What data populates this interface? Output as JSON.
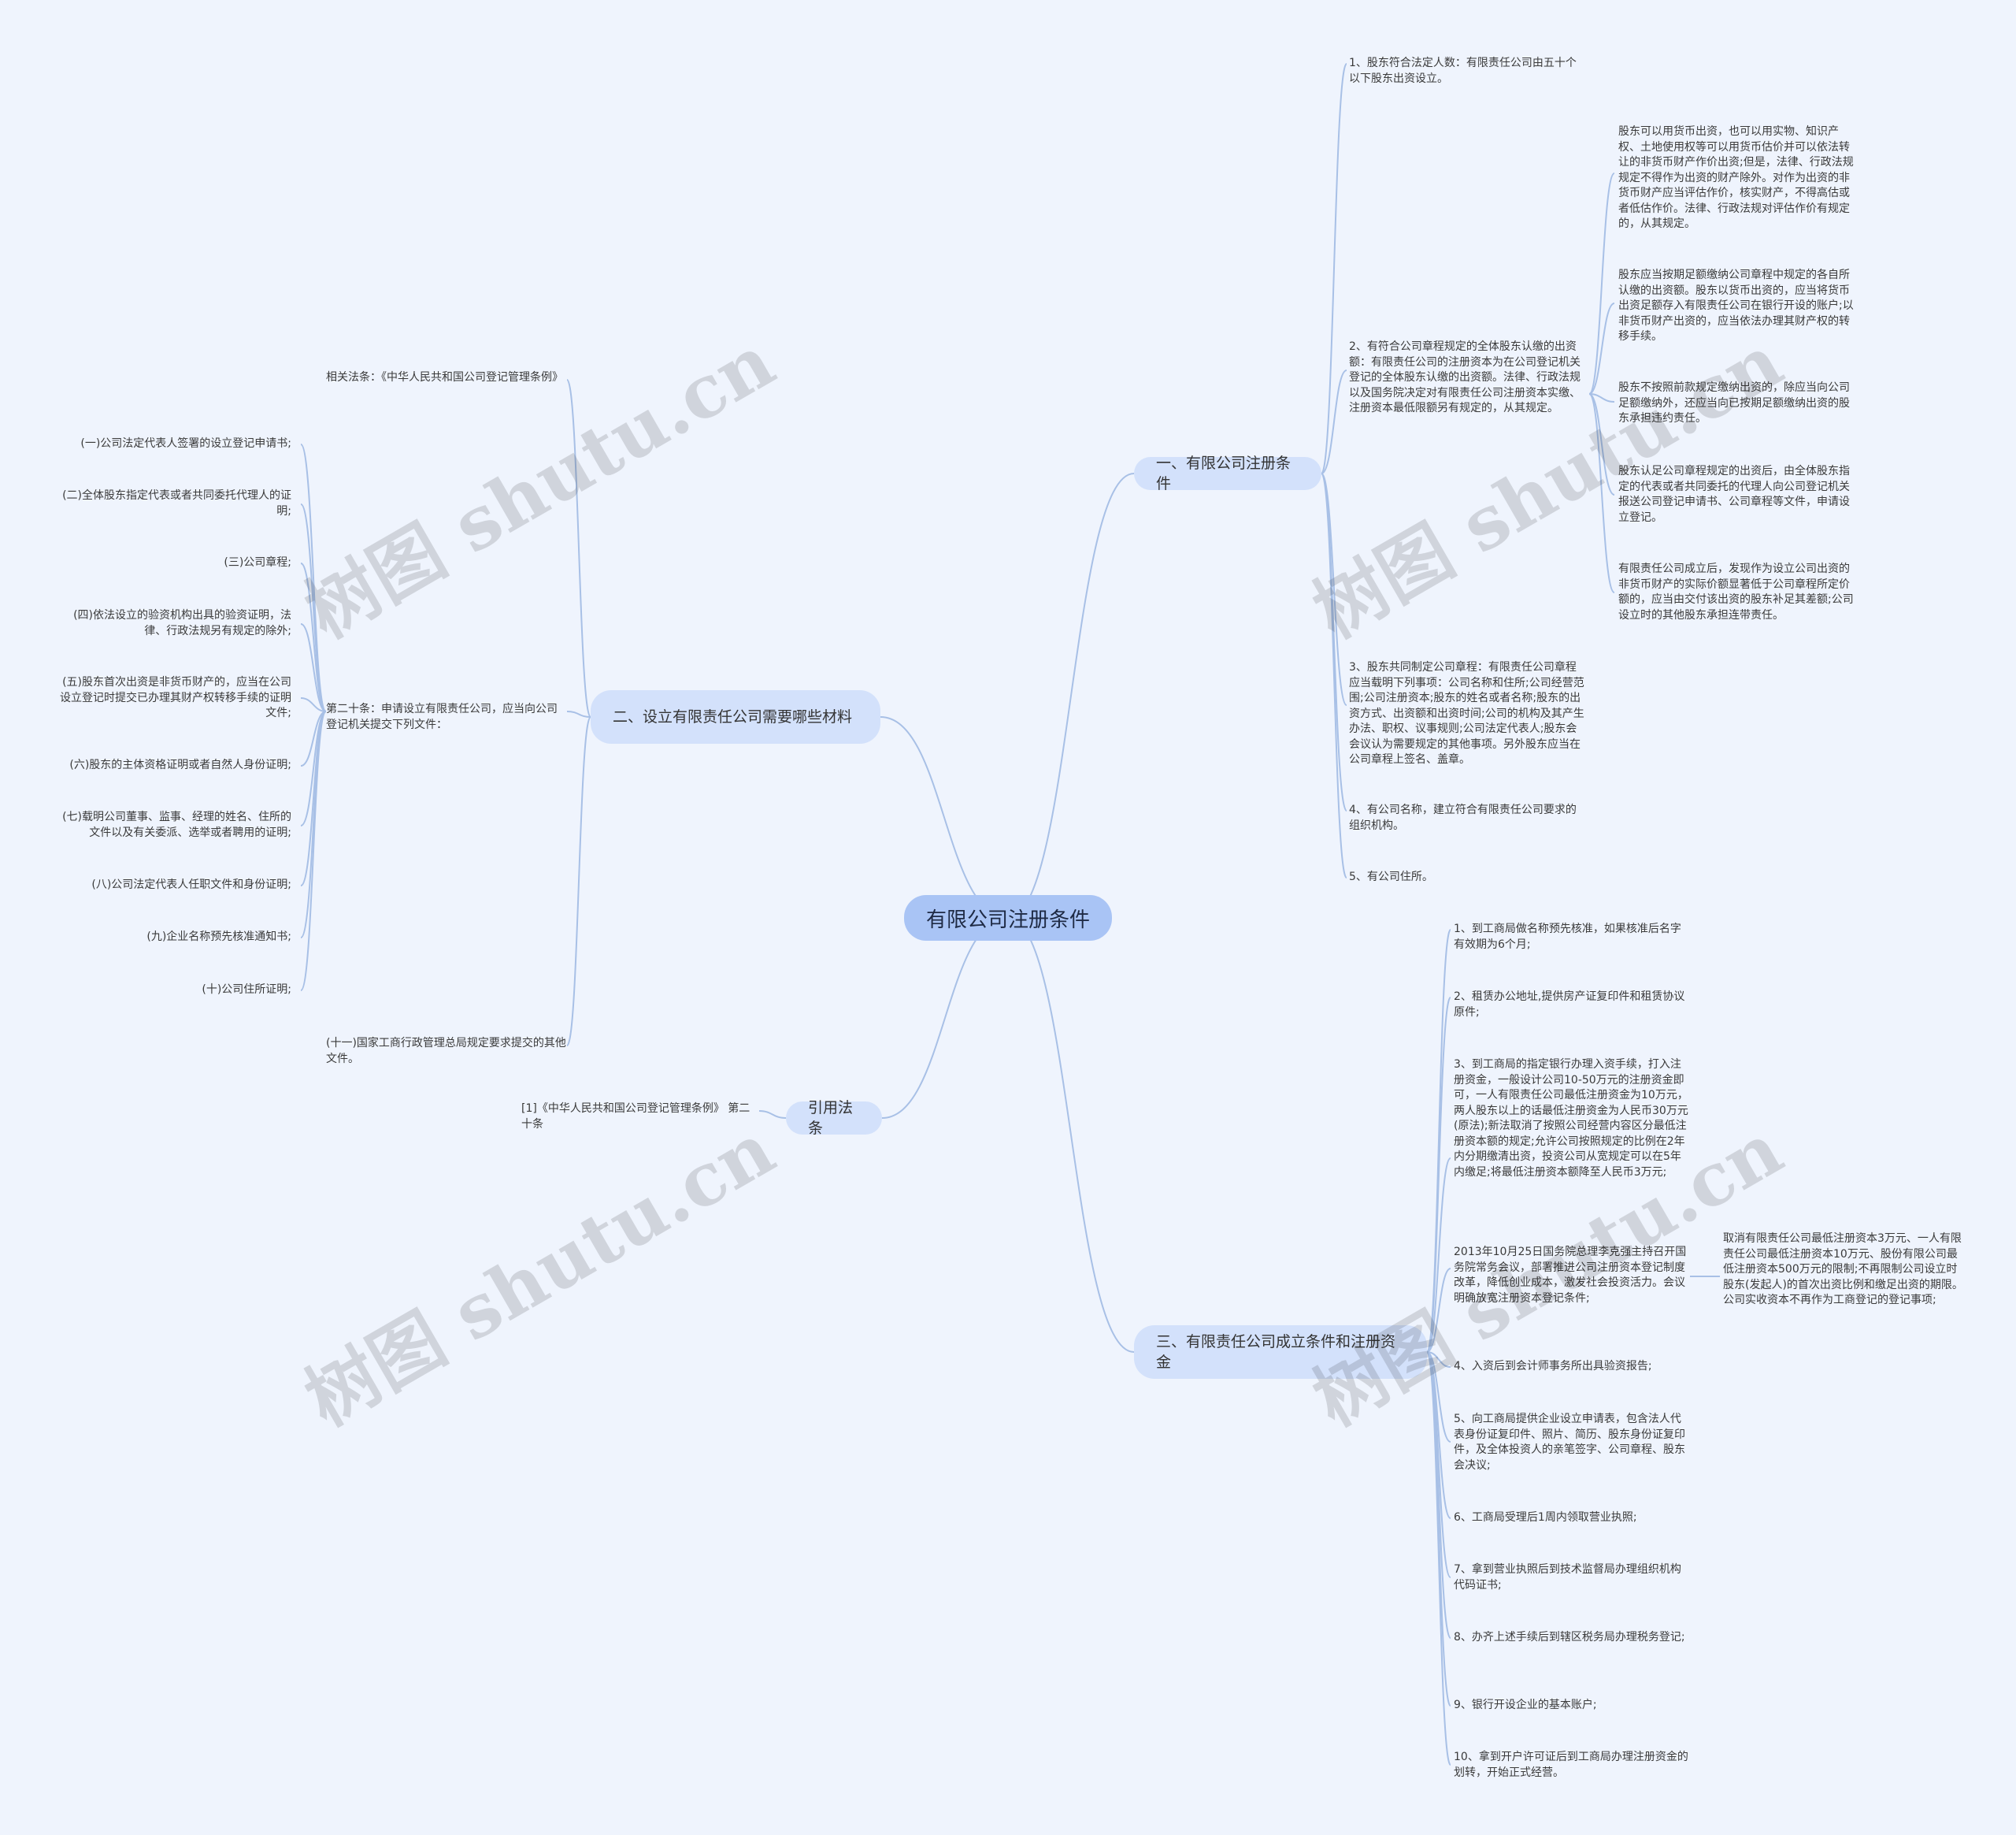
{
  "root": {
    "label": "有限公司注册条件"
  },
  "branches": {
    "b1": {
      "label": "一、有限公司注册条件"
    },
    "b2": {
      "label": "二、设立有限责任公司需要哪些材料"
    },
    "b3": {
      "label": "引用法条"
    },
    "b4": {
      "label": "三、有限责任公司成立条件和注册资金"
    }
  },
  "b1": {
    "items": [
      "1、股东符合法定人数：有限责任公司由五十个以下股东出资设立。",
      "2、有符合公司章程规定的全体股东认缴的出资额：有限责任公司的注册资本为在公司登记机关登记的全体股东认缴的出资额。法律、行政法规以及国务院决定对有限责任公司注册资本实缴、注册资本最低限额另有规定的，从其规定。",
      "3、股东共同制定公司章程：有限责任公司章程应当载明下列事项：公司名称和住所;公司经营范围;公司注册资本;股东的姓名或者名称;股东的出资方式、出资额和出资时间;公司的机构及其产生办法、职权、议事规则;公司法定代表人;股东会会议认为需要规定的其他事项。另外股东应当在公司章程上签名、盖章。",
      "4、有公司名称，建立符合有限责任公司要求的组织机构。",
      "5、有公司住所。"
    ],
    "sub2": [
      "股东可以用货币出资，也可以用实物、知识产权、土地使用权等可以用货币估价并可以依法转让的非货币财产作价出资;但是，法律、行政法规规定不得作为出资的财产除外。对作为出资的非货币财产应当评估作价，核实财产，不得高估或者低估作价。法律、行政法规对评估作价有规定的，从其规定。",
      "股东应当按期足额缴纳公司章程中规定的各自所认缴的出资额。股东以货币出资的，应当将货币出资足额存入有限责任公司在银行开设的账户;以非货币财产出资的，应当依法办理其财产权的转移手续。",
      "股东不按照前款规定缴纳出资的，除应当向公司足额缴纳外，还应当向已按期足额缴纳出资的股东承担违约责任。",
      "股东认足公司章程规定的出资后，由全体股东指定的代表或者共同委托的代理人向公司登记机关报送公司登记申请书、公司章程等文件，申请设立登记。",
      "有限责任公司成立后，发现作为设立公司出资的非货币财产的实际价额显著低于公司章程所定价额的，应当由交付该出资的股东补足其差额;公司设立时的其他股东承担连带责任。"
    ]
  },
  "b2": {
    "items": [
      "相关法条：《中华人民共和国公司登记管理条例》",
      "第二十条：申请设立有限责任公司，应当向公司登记机关提交下列文件：",
      "(十一)国家工商行政管理总局规定要求提交的其他文件。"
    ],
    "sub": [
      "(一)公司法定代表人签署的设立登记申请书;",
      "(二)全体股东指定代表或者共同委托代理人的证明;",
      "(三)公司章程;",
      "(四)依法设立的验资机构出具的验资证明，法律、行政法规另有规定的除外;",
      "(五)股东首次出资是非货币财产的，应当在公司设立登记时提交已办理其财产权转移手续的证明文件;",
      "(六)股东的主体资格证明或者自然人身份证明;",
      "(七)载明公司董事、监事、经理的姓名、住所的文件以及有关委派、选举或者聘用的证明;",
      "(八)公司法定代表人任职文件和身份证明;",
      "(九)企业名称预先核准通知书;",
      "(十)公司住所证明;"
    ]
  },
  "b3": {
    "items": [
      "[1]《中华人民共和国公司登记管理条例》 第二十条"
    ]
  },
  "b4": {
    "items": [
      "1、到工商局做名称预先核准，如果核准后名字有效期为6个月;",
      "2、租赁办公地址,提供房产证复印件和租赁协议原件;",
      "3、到工商局的指定银行办理入资手续，打入注册资金，一般设计公司10-50万元的注册资金即可，一人有限责任公司最低注册资金为10万元，两人股东以上的话最低注册资金为人民币30万元(原法);新法取消了按照公司经营内容区分最低注册资本额的规定;允许公司按照规定的比例在2年内分期缴清出资，投资公司从宽规定可以在5年内缴足;将最低注册资本额降至人民币3万元;",
      "2013年10月25日国务院总理李克强主持召开国务院常务会议，部署推进公司注册资本登记制度改革，降低创业成本，激发社会投资活力。会议明确放宽注册资本登记条件;",
      "4、入资后到会计师事务所出具验资报告;",
      "5、向工商局提供企业设立申请表，包含法人代表身份证复印件、照片、简历、股东身份证复印件，及全体投资人的亲笔签字、公司章程、股东会决议;",
      "6、工商局受理后1周内领取营业执照;",
      "7、拿到营业执照后到技术监督局办理组织机构代码证书;",
      "8、办齐上述手续后到辖区税务局办理税务登记;",
      "9、银行开设企业的基本账户;",
      "10、拿到开户许可证后到工商局办理注册资金的划转，开始正式经营。"
    ],
    "sub4": "取消有限责任公司最低注册资本3万元、一人有限责任公司最低注册资本10万元、股份有限公司最低注册资本500万元的限制;不再限制公司设立时股东(发起人)的首次出资比例和缴足出资的期限。公司实收资本不再作为工商登记的登记事项;"
  },
  "watermark": "树图 shutu.cn",
  "colors": {
    "background": "#eff4fd",
    "root": "#a9c4f5",
    "branch": "#d3e1fb",
    "line": "#a8c0e6"
  }
}
